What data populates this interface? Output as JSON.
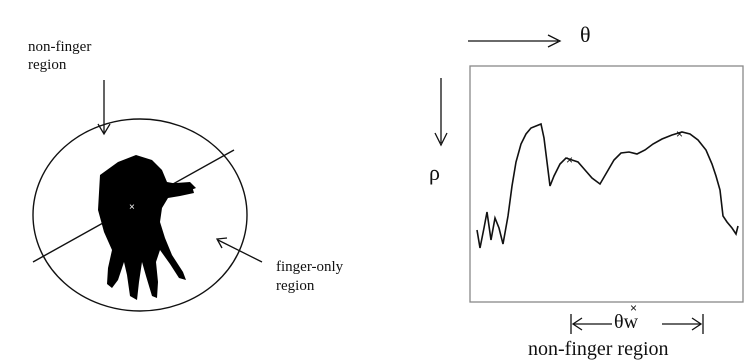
{
  "left_panel": {
    "label_non_finger_line1": "non-finger",
    "label_non_finger_line2": "region",
    "label_finger_only_line1": "finger-only",
    "label_finger_only_line2": "region"
  },
  "right_panel": {
    "theta_label": "θ",
    "rho_label": "ρ",
    "theta_w_label": "θw",
    "non_finger_region_label": "non-finger region"
  },
  "colors": {
    "ink": "#111111",
    "background": "#ffffff",
    "plot_border": "#888888"
  }
}
